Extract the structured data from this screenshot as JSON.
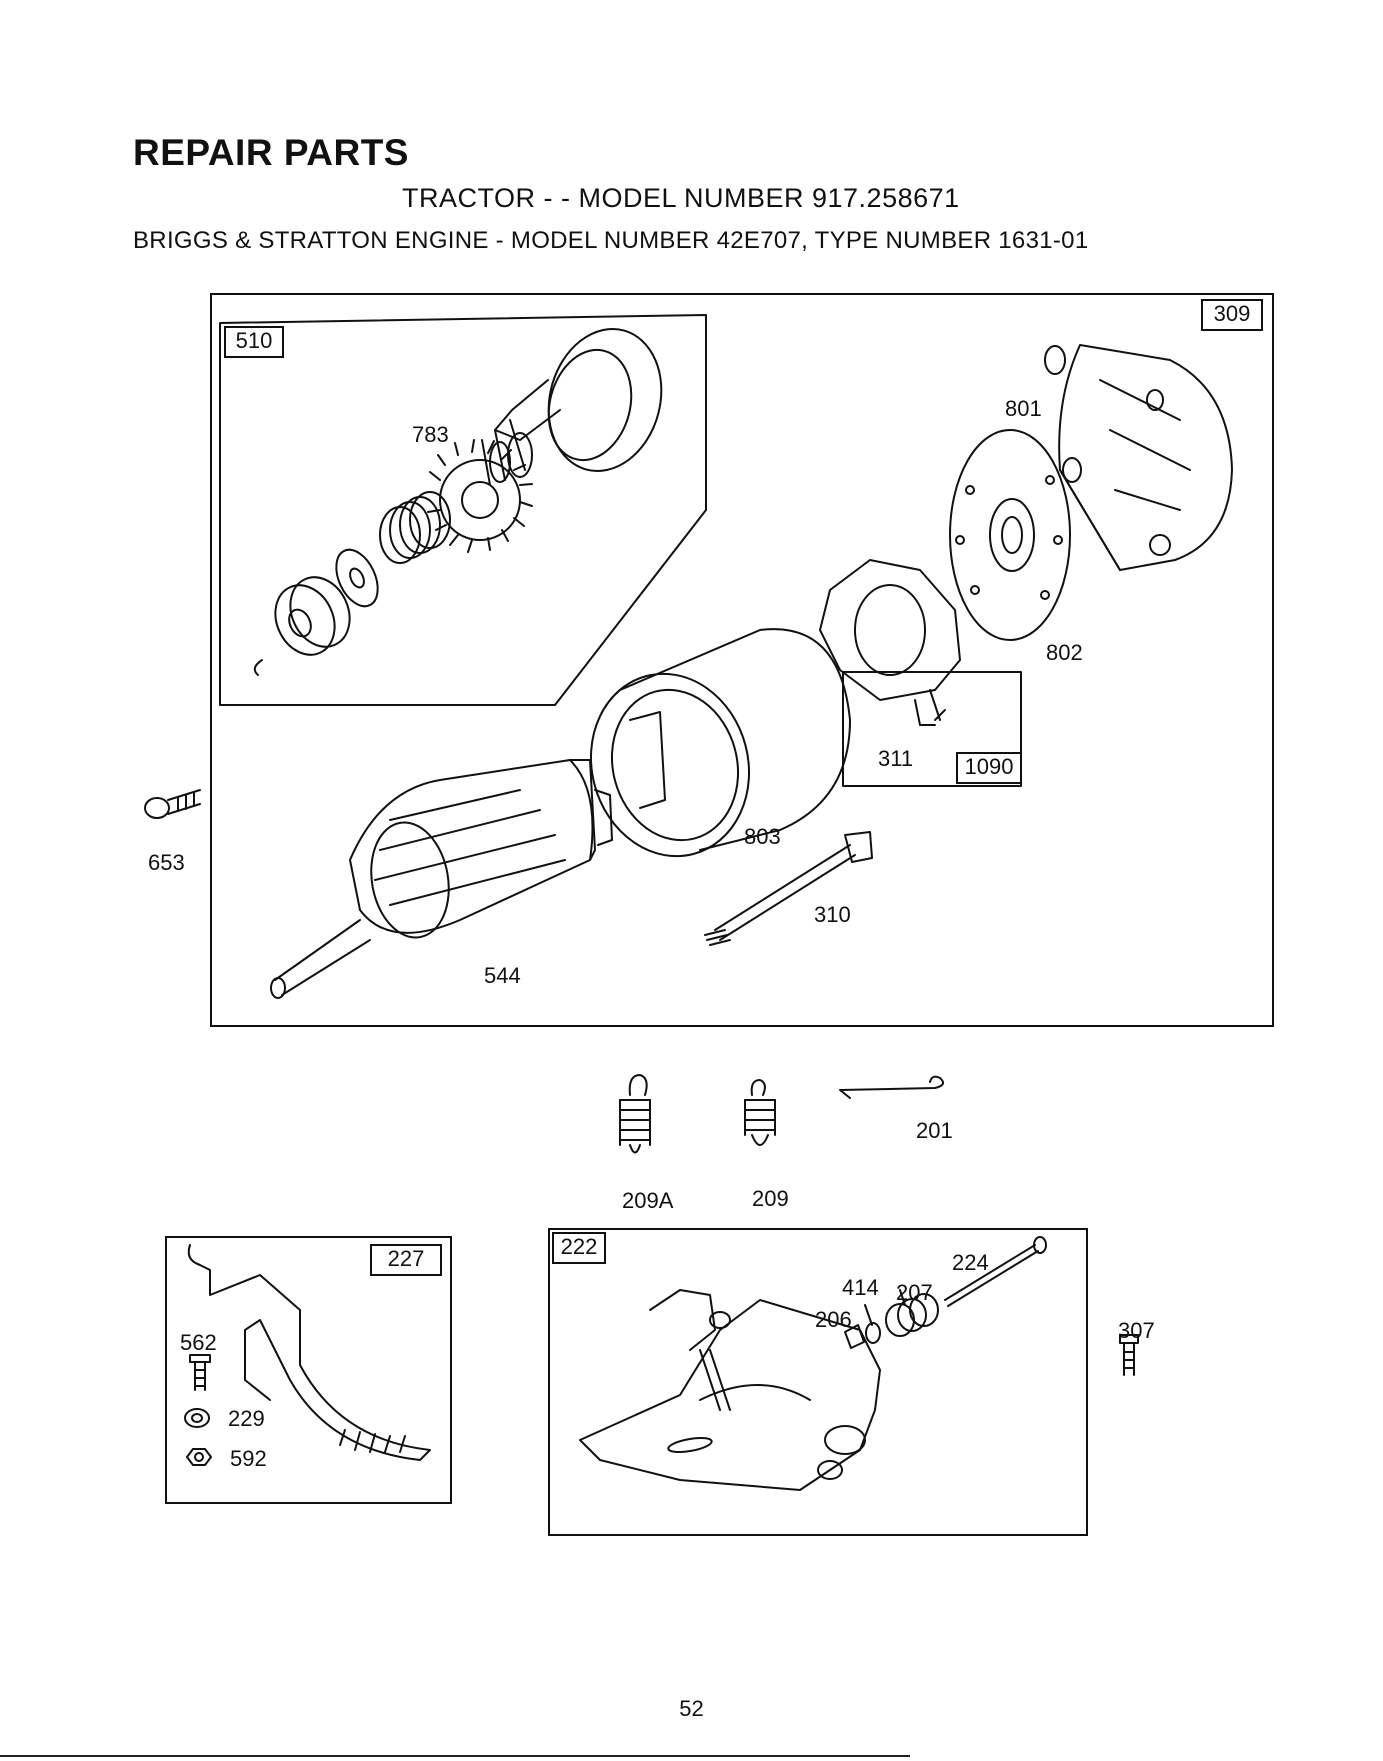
{
  "header": {
    "title": "REPAIR PARTS",
    "subtitle": "TRACTOR - - MODEL NUMBER 917.258671",
    "engine_line": "BRIGGS & STRATTON ENGINE - MODEL NUMBER 42E707, TYPE NUMBER 1631-01"
  },
  "callouts": {
    "box_309": "309",
    "box_510": "510",
    "box_1090": "1090",
    "box_227": "227",
    "box_222": "222",
    "p783": "783",
    "p801": "801",
    "p802": "802",
    "p311": "311",
    "p803": "803",
    "p653": "653",
    "p310": "310",
    "p544": "544",
    "p201": "201",
    "p209A": "209A",
    "p209": "209",
    "p224": "224",
    "p414": "414",
    "p207": "207",
    "p206": "206",
    "p307": "307",
    "p562": "562",
    "p229": "229",
    "p592": "592"
  },
  "footer": {
    "page_number": "52"
  }
}
